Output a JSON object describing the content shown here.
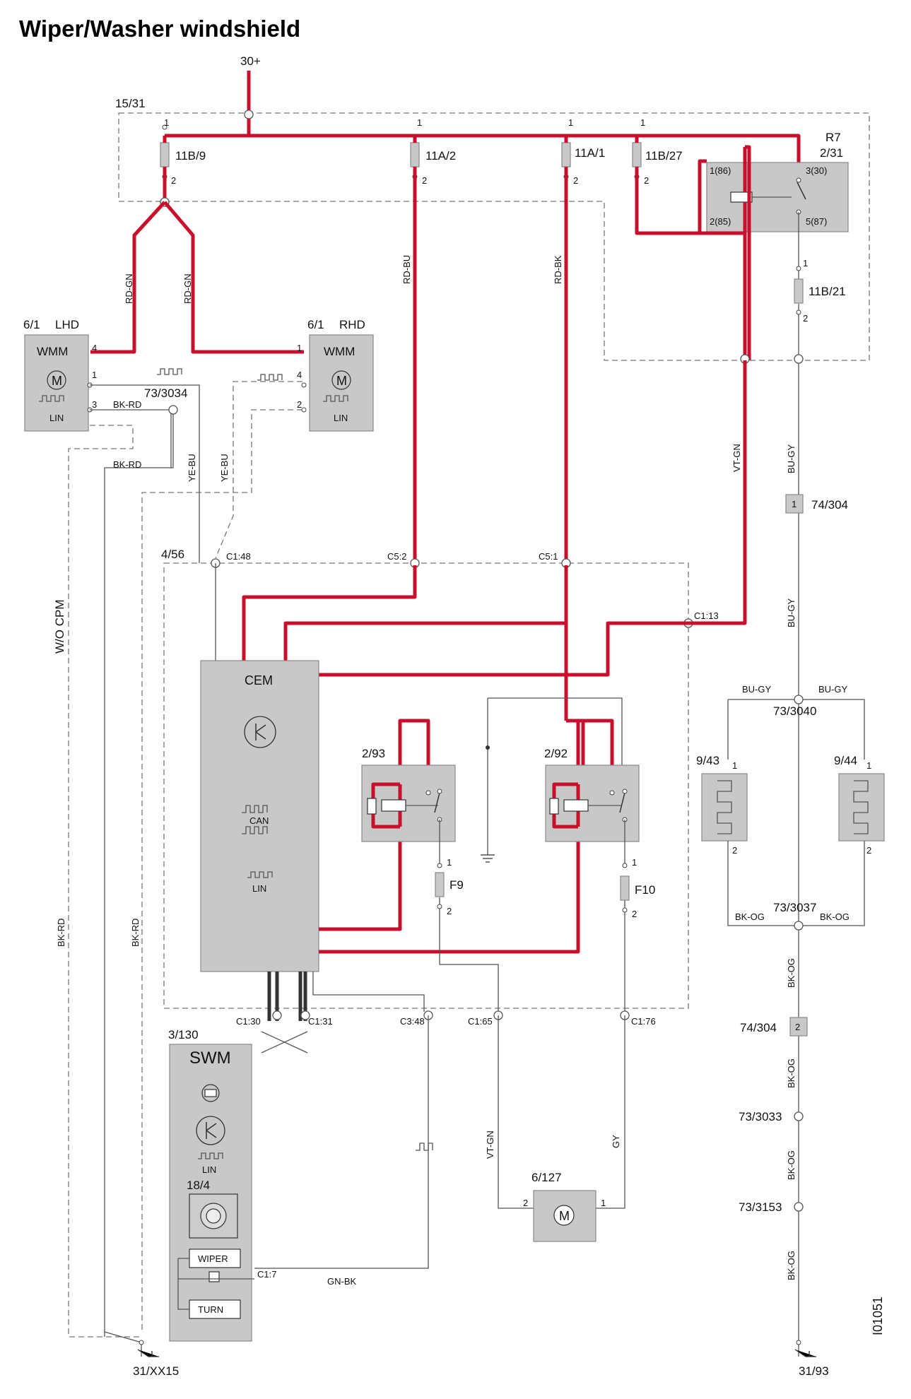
{
  "title": "Wiper/Washer windshield",
  "supply": "30+",
  "fusebox": {
    "id": "15/31",
    "fuses": [
      {
        "name": "11B/9",
        "pin_in": "1",
        "pin_out": "2"
      },
      {
        "name": "11A/2",
        "pin_in": "1",
        "pin_out": "2"
      },
      {
        "name": "11A/1",
        "pin_in": "1",
        "pin_out": "2"
      },
      {
        "name": "11B/27",
        "pin_in": "1",
        "pin_out": "2"
      },
      {
        "name": "11B/21",
        "pin_in": "1",
        "pin_out": "2"
      }
    ],
    "relay": {
      "name": "R7",
      "id": "2/31",
      "pins": [
        "1(86)",
        "3(30)",
        "2(85)",
        "5(87)"
      ]
    }
  },
  "wmm_lhd": {
    "id": "6/1",
    "side": "LHD",
    "label": "WMM",
    "motor": "M",
    "bus": "LIN",
    "pins": [
      "4",
      "1",
      "3"
    ]
  },
  "wmm_rhd": {
    "id": "6/1",
    "side": "RHD",
    "label": "WMM",
    "motor": "M",
    "bus": "LIN",
    "pins": [
      "1",
      "4",
      "2"
    ]
  },
  "splices": {
    "s3034": "73/3034",
    "s3040": "73/3040",
    "s3037": "73/3037",
    "s3033": "73/3033",
    "s3153": "73/3153"
  },
  "wire_colors": {
    "rd_gn": "RD-GN",
    "rd_bu": "RD-BU",
    "rd_bk": "RD-BK",
    "bk_rd": "BK-RD",
    "ye_bu": "YE-BU",
    "vt_gn": "VT-GN",
    "bu_gy": "BU-GY",
    "bk_og": "BK-OG",
    "gn_bk": "GN-BK",
    "gy": "GY"
  },
  "note_wo_cpm": "W/O CPM",
  "cem_box": {
    "id": "4/56",
    "label": "CEM",
    "can": "CAN",
    "lin": "LIN"
  },
  "connectors": {
    "c148": "C1:48",
    "c52": "C5:2",
    "c51": "C5:1",
    "c113": "C1:13",
    "c130": "C1:30",
    "c131": "C1:31",
    "c348": "C3:48",
    "c165": "C1:65",
    "c176": "C1:76",
    "c17": "C1:7"
  },
  "relays": [
    {
      "id": "2/93",
      "fuse": "F9"
    },
    {
      "id": "2/92",
      "fuse": "F10"
    }
  ],
  "swm": {
    "id": "3/130",
    "label": "SWM",
    "lin": "LIN",
    "switch_id": "18/4",
    "wiper": "WIPER",
    "turn": "TURN"
  },
  "washer_pump": {
    "id": "6/127",
    "motor": "M"
  },
  "heaters": [
    {
      "id": "9/43"
    },
    {
      "id": "9/44"
    }
  ],
  "connector_74_304": "74/304",
  "ground_left": "31/XX15",
  "ground_right": "31/93",
  "doc_id": "I01051",
  "pin1": "1",
  "pin2": "2",
  "pin3": "3",
  "pin4": "4",
  "colors": {
    "power": "#c8102e",
    "box": "#c8c8c8",
    "wire": "#555555"
  }
}
